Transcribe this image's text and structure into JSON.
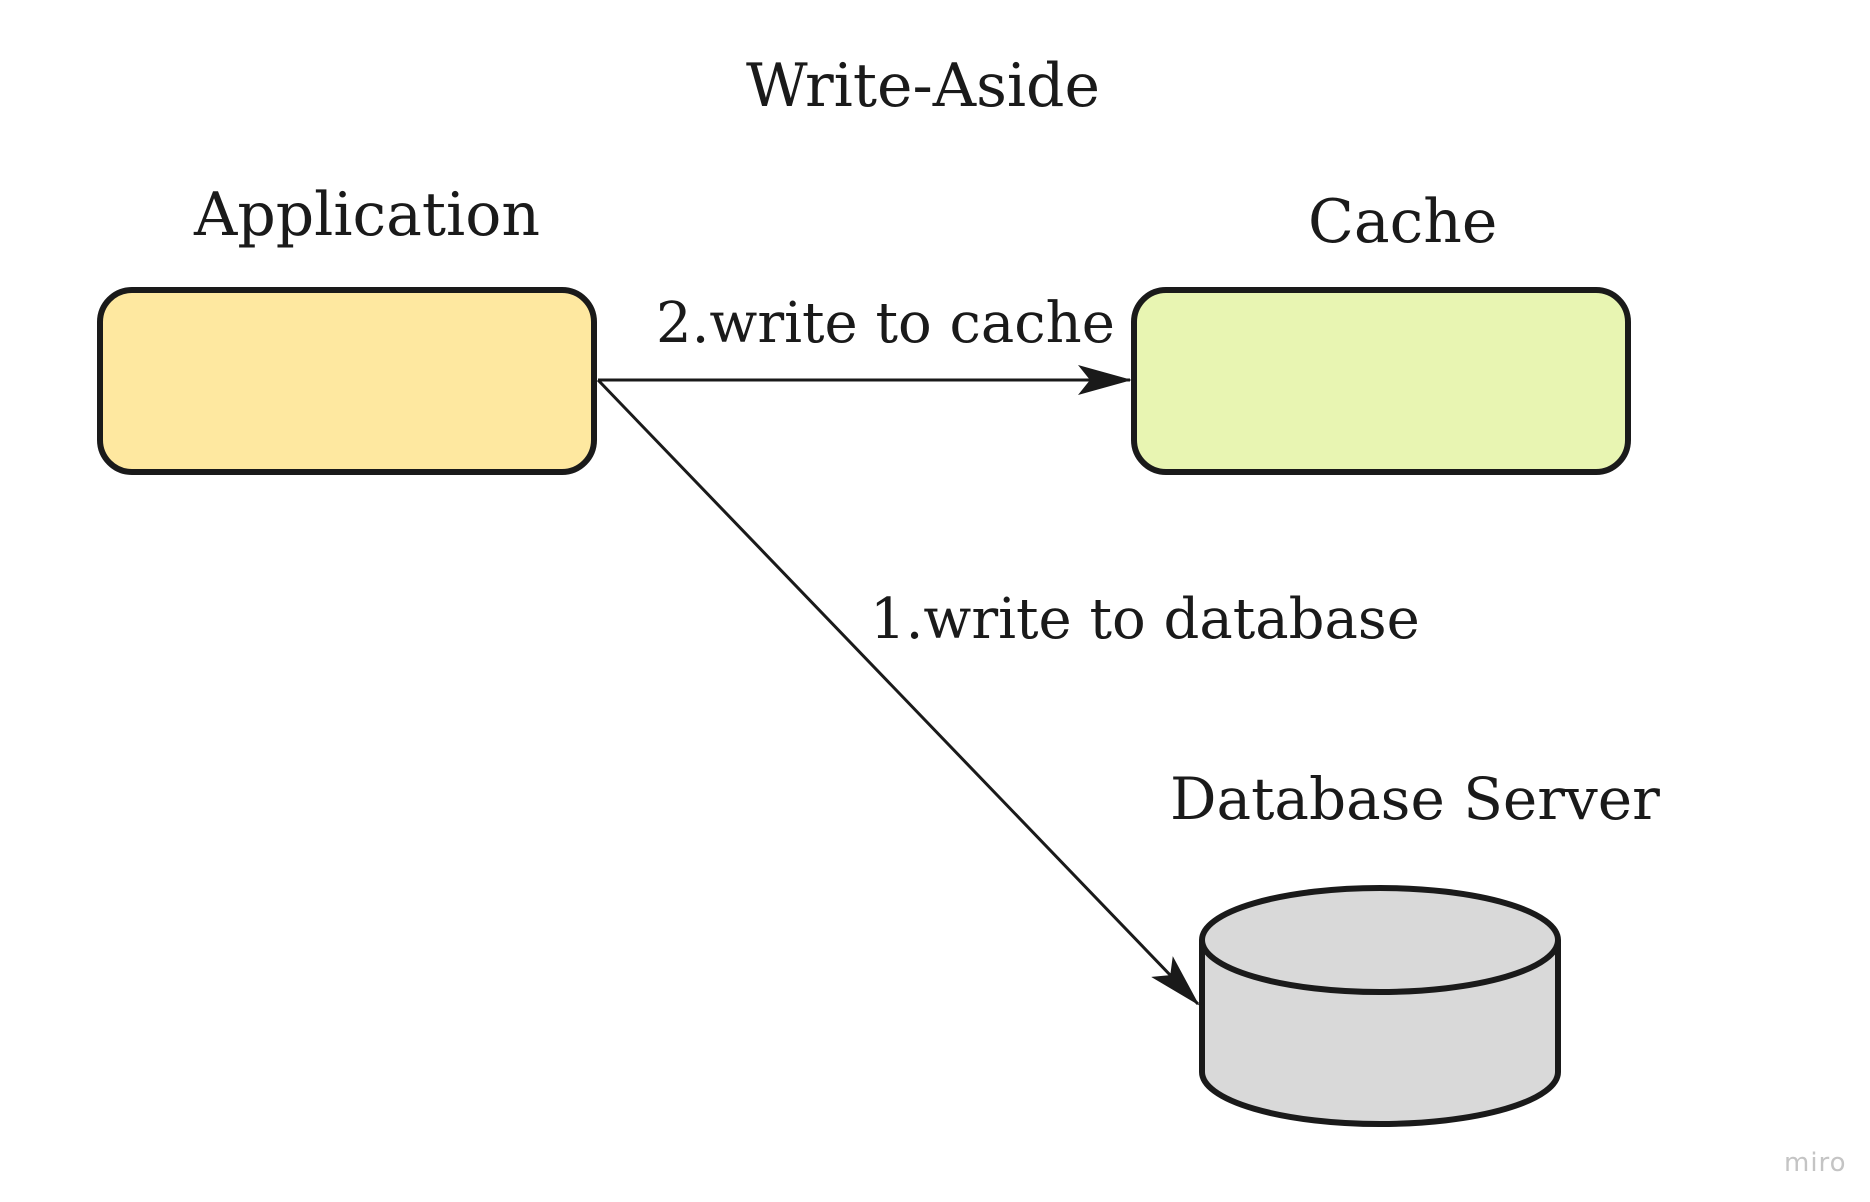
{
  "diagram": {
    "title": "Write-Aside",
    "nodes": {
      "application": {
        "label": "Application",
        "color": "#FEE8A0"
      },
      "cache": {
        "label": "Cache",
        "color": "#E8F5B2"
      },
      "database": {
        "label": "Database Server",
        "color": "#D9D9D9"
      }
    },
    "edges": {
      "write_to_cache": {
        "label": "2.write to cache",
        "from": "application",
        "to": "cache"
      },
      "write_to_database": {
        "label": "1.write to database",
        "from": "application",
        "to": "database"
      }
    },
    "stroke_color": "#1a1a1a"
  },
  "watermark": {
    "text": "miro"
  }
}
